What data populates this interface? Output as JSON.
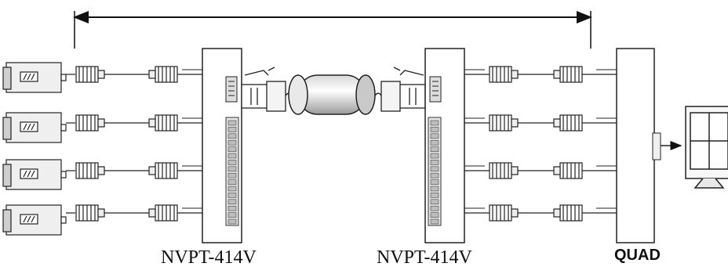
{
  "labels": {
    "left_hub": "NVPT-414V",
    "right_hub": "NVPT-414V",
    "quad": "QUAD"
  },
  "diagram": {
    "camera_count": 4,
    "channel_count": 4,
    "cable": "twisted-pair",
    "display": "quad-monitor"
  },
  "icons": [
    "camera-icon",
    "bnc-connector-icon",
    "transceiver-hub-icon",
    "rj45-plug-icon",
    "cable-icon",
    "quad-processor-icon",
    "monitor-icon",
    "distance-arrow-icon"
  ]
}
